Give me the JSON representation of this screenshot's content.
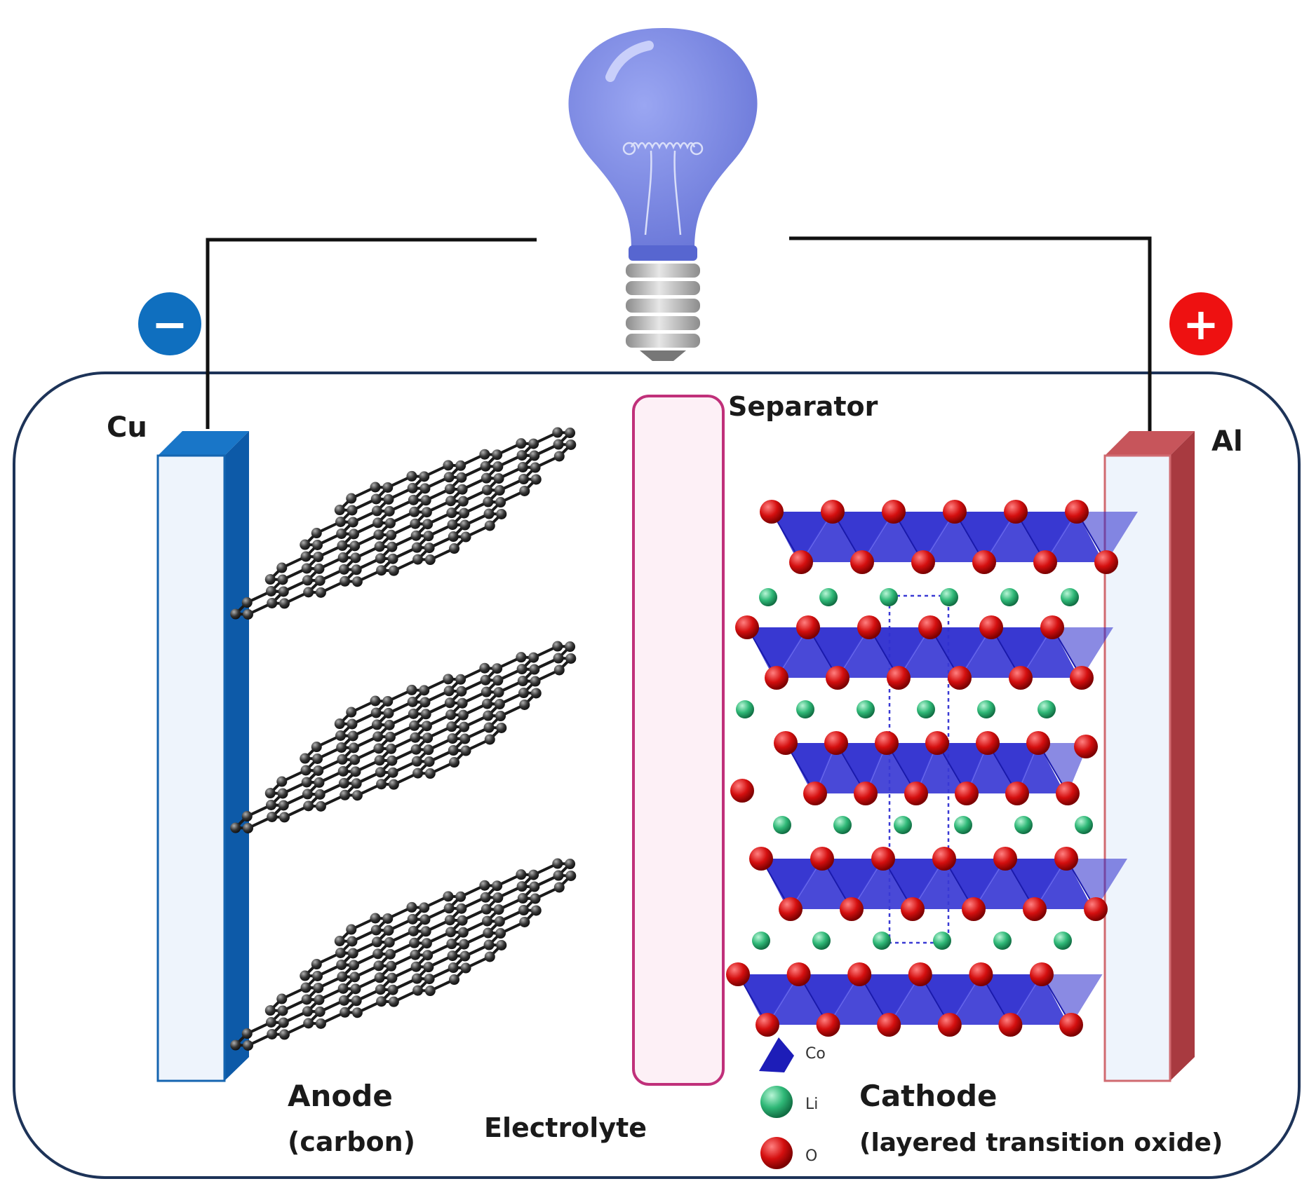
{
  "labels": {
    "cu": "Cu",
    "al": "Al",
    "separator": "Separator",
    "anode": "Anode",
    "anode_material": "(carbon)",
    "electrolyte": "Electrolyte",
    "cathode": "Cathode",
    "cathode_material": "(layered transition oxide)"
  },
  "terminals": {
    "negative": "−",
    "positive": "+"
  },
  "legend": [
    {
      "symbol": "tetrahedron",
      "label": "Co"
    },
    {
      "symbol": "sphere",
      "label": "Li"
    },
    {
      "symbol": "sphere",
      "label": "O"
    }
  ],
  "colors": {
    "negative_terminal": "#0f6fbf",
    "positive_terminal": "#ee1111",
    "anode_collector": "#1565b0",
    "cathode_collector": "#a83a40",
    "collector_face": "#eef4fc",
    "separator_border": "#c0307a",
    "separator_fill": "#fdf0f6",
    "cell_border": "#1d3358",
    "bulb": "#7b88e0",
    "co_polyhedra": "#3a3ad4",
    "li_atom": "#2fb877",
    "o_atom": "#d01010",
    "carbon_atom": "#2a2a2a"
  }
}
